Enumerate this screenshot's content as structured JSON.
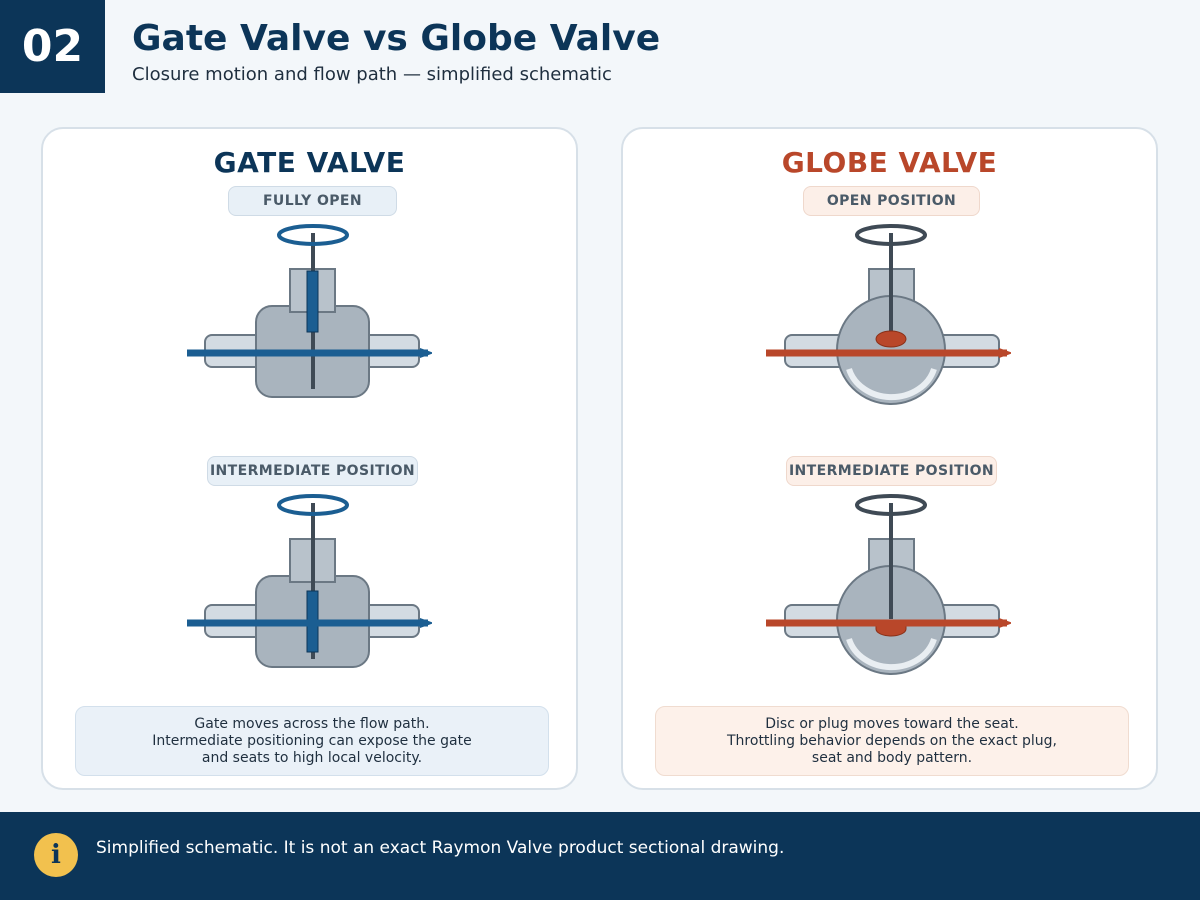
{
  "header": {
    "number": "02",
    "title": "Gate Valve vs Globe Valve",
    "subtitle": "Closure motion and flow path — simplified schematic"
  },
  "gate_panel": {
    "title": "GATE VALVE",
    "state_open_label": "FULLY OPEN",
    "state_mid_label": "INTERMEDIATE POSITION",
    "caption_lines": [
      "Gate moves across the flow path.",
      "Intermediate positioning can expose the gate",
      "and seats to high local velocity."
    ],
    "accent_color": "#1b5e92"
  },
  "globe_panel": {
    "title": "GLOBE VALVE",
    "state_open_label": "OPEN POSITION",
    "state_mid_label": "INTERMEDIATE POSITION",
    "caption_lines": [
      "Disc or plug moves toward the seat.",
      "Throttling behavior depends on the exact plug,",
      "seat and body pattern."
    ],
    "accent_color": "#b9472a"
  },
  "colors": {
    "navy": "#0c3558",
    "gate_blue": "#1b5e92",
    "globe_orange": "#b9472a",
    "body_gray": "#a9b4be",
    "info_yellow": "#f2c14e"
  },
  "icons": {
    "info": "info-icon"
  },
  "footer": {
    "info_glyph": "i",
    "note": "Simplified schematic. It is not an exact Raymon Valve product sectional drawing."
  }
}
